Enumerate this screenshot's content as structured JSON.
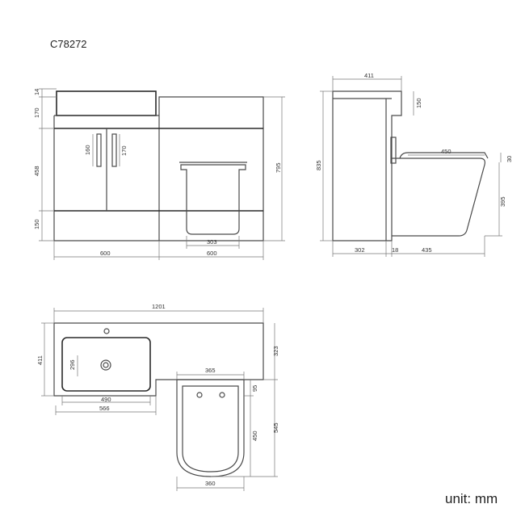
{
  "model_code": "C78272",
  "unit_label": "unit: mm",
  "front_view": {
    "heights": {
      "top": "14",
      "basin": "170",
      "doors": "458",
      "plinth": "150",
      "total": "795"
    },
    "handle_heights": {
      "left": "160",
      "right": "170"
    },
    "pan_width": "303",
    "widths": {
      "left": "600",
      "right": "600"
    }
  },
  "side_view": {
    "depth": "411",
    "cistern_height": "150",
    "total_height": "835",
    "seat_height": "395",
    "seat_depth": "450",
    "seat_thickness": "30",
    "cabinet_depth": "302",
    "gap": "18",
    "pan_projection": "435"
  },
  "plan_view": {
    "overall_width": "1201",
    "overall_depth": "411",
    "basin_depth": "296",
    "basin_inner_width": "490",
    "basin_outer_width": "566",
    "worktop_depth": "323",
    "seat_width": "365",
    "pan_offset": "95",
    "pan_length": "450",
    "pan_projection": "545",
    "pan_width": "360"
  }
}
